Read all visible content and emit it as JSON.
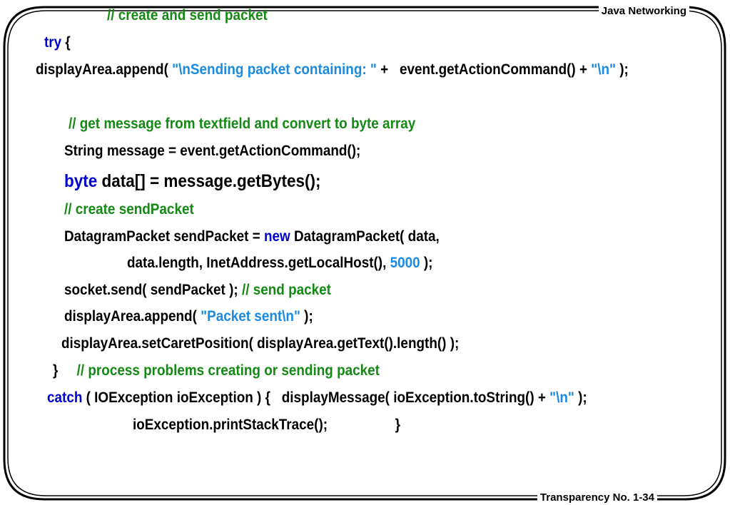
{
  "header": {
    "title": "Java Networking"
  },
  "footer": {
    "label": "Transparency No. 1-34"
  },
  "colors": {
    "keyword": "#0000cc",
    "string": "#1a8be0",
    "number": "#1a8be0",
    "comment": "#148a14",
    "code": "#000000",
    "frame": "#000000"
  },
  "code_lines": [
    {
      "id": "comment-create-send",
      "tokens": [
        {
          "t": "cmt",
          "v": "// create and send packet"
        }
      ]
    },
    {
      "id": "try-open",
      "tokens": [
        {
          "t": "kw",
          "v": "try"
        },
        {
          "t": "code",
          "v": " {"
        }
      ]
    },
    {
      "id": "append-sending",
      "tokens": [
        {
          "t": "code",
          "v": "displayArea.append( "
        },
        {
          "t": "str",
          "v": "\"\\nSending packet containing: \""
        },
        {
          "t": "code",
          "v": " +   event.getActionCommand() + "
        },
        {
          "t": "str",
          "v": "\"\\n\""
        },
        {
          "t": "code",
          "v": " );"
        }
      ]
    },
    {
      "id": "comment-get-message",
      "tokens": [
        {
          "t": "cmt",
          "v": "// get message from textfield and convert to byte array"
        }
      ]
    },
    {
      "id": "string-message",
      "tokens": [
        {
          "t": "code",
          "v": "String message = event.getActionCommand();"
        }
      ]
    },
    {
      "id": "byte-data",
      "tokens": [
        {
          "t": "kw",
          "v": "byte"
        },
        {
          "t": "code",
          "v": " data[] = message.getBytes();"
        }
      ]
    },
    {
      "id": "comment-create-sendpacket",
      "tokens": [
        {
          "t": "cmt",
          "v": "// create sendPacket"
        }
      ]
    },
    {
      "id": "datagram-new",
      "tokens": [
        {
          "t": "code",
          "v": "DatagramPacket sendPacket = "
        },
        {
          "t": "kw",
          "v": "new"
        },
        {
          "t": "code",
          "v": " DatagramPacket( data,"
        }
      ]
    },
    {
      "id": "datagram-args",
      "tokens": [
        {
          "t": "code",
          "v": "data.length, InetAddress.getLocalHost(), "
        },
        {
          "t": "num",
          "v": "5000"
        },
        {
          "t": "code",
          "v": " );"
        }
      ]
    },
    {
      "id": "socket-send",
      "tokens": [
        {
          "t": "code",
          "v": "socket.send( sendPacket ); "
        },
        {
          "t": "cmt",
          "v": "// send packet"
        }
      ]
    },
    {
      "id": "append-sent",
      "tokens": [
        {
          "t": "code",
          "v": "displayArea.append( "
        },
        {
          "t": "str",
          "v": "\"Packet sent\\n\""
        },
        {
          "t": "code",
          "v": " );"
        }
      ]
    },
    {
      "id": "set-caret",
      "tokens": [
        {
          "t": "code",
          "v": "displayArea.setCaretPosition( displayArea.getText().length() );"
        }
      ]
    },
    {
      "id": "try-close",
      "tokens": [
        {
          "t": "code",
          "v": "}     "
        },
        {
          "t": "cmt",
          "v": "// process problems creating or sending packet"
        }
      ]
    },
    {
      "id": "catch-line",
      "tokens": [
        {
          "t": "kw",
          "v": "catch"
        },
        {
          "t": "code",
          "v": " ( IOException ioException ) {   displayMessage( ioException.toString() + "
        },
        {
          "t": "str",
          "v": "\"\\n\""
        },
        {
          "t": "code",
          "v": " );"
        }
      ]
    },
    {
      "id": "print-stack",
      "tokens": [
        {
          "t": "code",
          "v": "ioException.printStackTrace();                  }"
        }
      ]
    }
  ]
}
